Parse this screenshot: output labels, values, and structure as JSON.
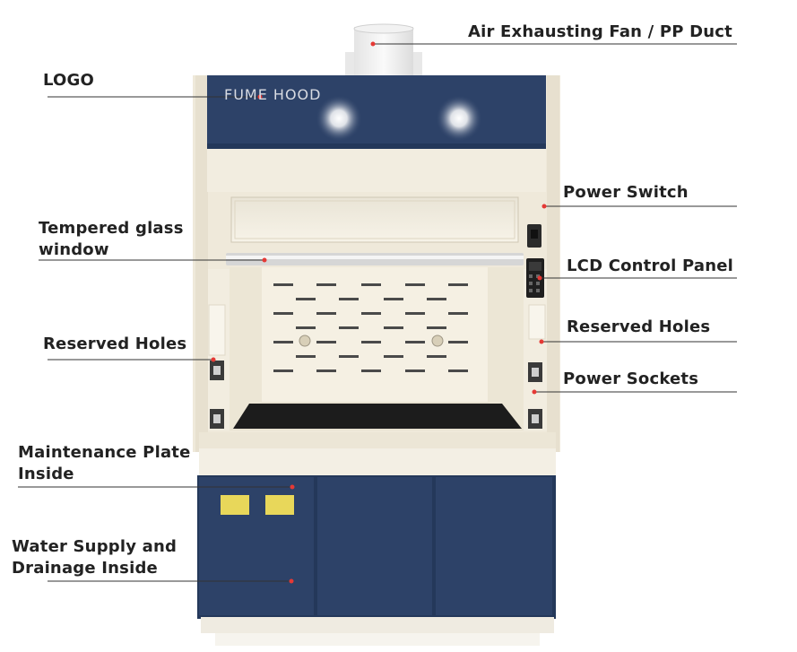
{
  "labels": {
    "fan": "Air Exhausting Fan / PP Duct",
    "logo": "LOGO",
    "glass_line1": "Tempered glass",
    "glass_line2": "window",
    "holes_left": "Reserved Holes",
    "maintenance_line1": "Maintenance Plate",
    "maintenance_line2": "Inside",
    "water_line1": "Water Supply and",
    "water_line2": "Drainage Inside",
    "power_switch": "Power Switch",
    "lcd": "LCD Control Panel",
    "holes_right": "Reserved Holes",
    "sockets": "Power Sockets"
  },
  "hood": {
    "logo_text": "FUME HOOD"
  },
  "colors": {
    "navy": "#2d4268",
    "cabinet_body": "#efe9da",
    "interior": "#f3eedf",
    "leader_line": "#333333",
    "marker": "#e53935"
  }
}
